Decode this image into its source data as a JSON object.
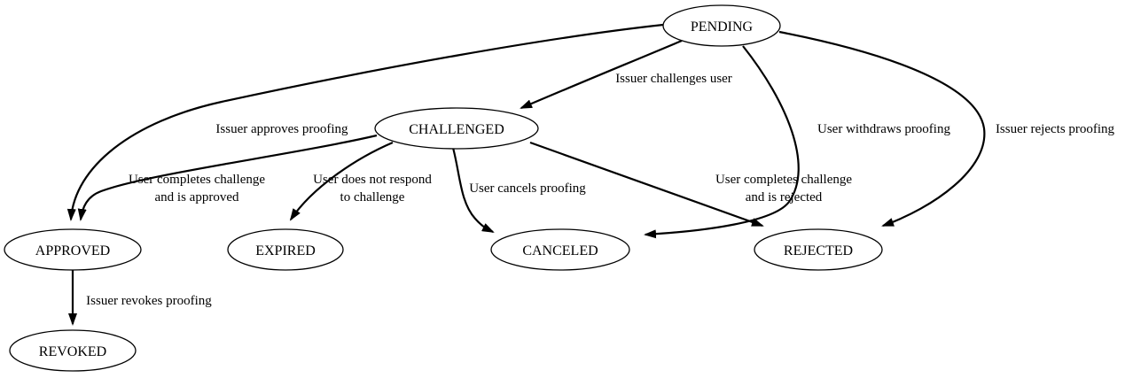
{
  "diagram": {
    "kind": "state-transition-graph",
    "colors": {
      "background": "#ffffff",
      "node_fill": "#ffffff",
      "stroke": "#000000",
      "text": "#000000"
    },
    "nodes": [
      {
        "id": "pending",
        "label": "PENDING"
      },
      {
        "id": "challenged",
        "label": "CHALLENGED"
      },
      {
        "id": "approved",
        "label": "APPROVED"
      },
      {
        "id": "expired",
        "label": "EXPIRED"
      },
      {
        "id": "canceled",
        "label": "CANCELED"
      },
      {
        "id": "rejected",
        "label": "REJECTED"
      },
      {
        "id": "revoked",
        "label": "REVOKED"
      }
    ],
    "edges": [
      {
        "from": "PENDING",
        "to": "CHALLENGED",
        "label_lines": [
          "Issuer challenges user"
        ]
      },
      {
        "from": "PENDING",
        "to": "APPROVED",
        "label_lines": [
          "Issuer approves proofing"
        ]
      },
      {
        "from": "PENDING",
        "to": "CANCELED",
        "label_lines": [
          "User withdraws proofing"
        ]
      },
      {
        "from": "PENDING",
        "to": "REJECTED",
        "label_lines": [
          "Issuer rejects proofing"
        ]
      },
      {
        "from": "CHALLENGED",
        "to": "APPROVED",
        "label_lines": [
          "User completes challenge",
          "and is approved"
        ]
      },
      {
        "from": "CHALLENGED",
        "to": "EXPIRED",
        "label_lines": [
          "User does not respond",
          "to challenge"
        ]
      },
      {
        "from": "CHALLENGED",
        "to": "CANCELED",
        "label_lines": [
          "User cancels proofing"
        ]
      },
      {
        "from": "CHALLENGED",
        "to": "REJECTED",
        "label_lines": [
          "User completes challenge",
          "and is rejected"
        ]
      },
      {
        "from": "APPROVED",
        "to": "REVOKED",
        "label_lines": [
          "Issuer revokes proofing"
        ]
      }
    ]
  }
}
